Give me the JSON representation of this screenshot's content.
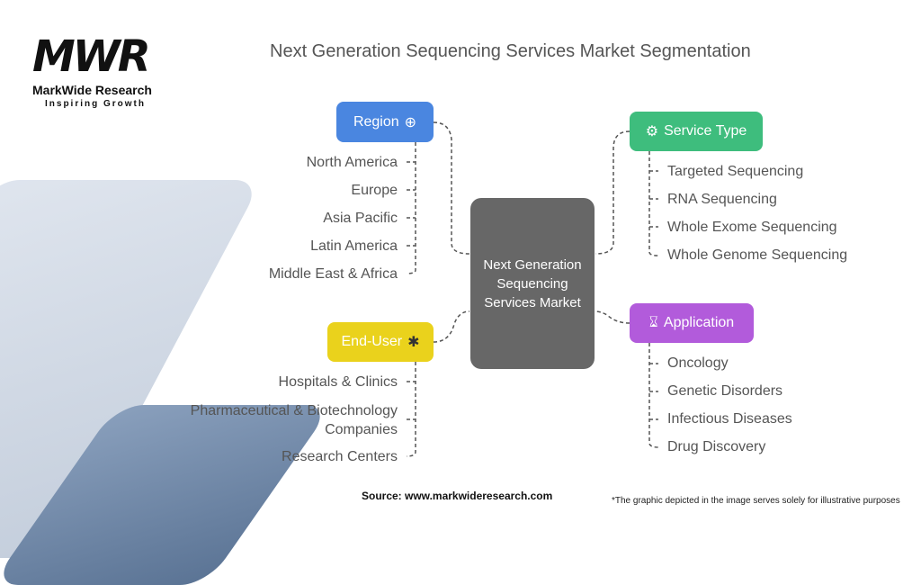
{
  "logo": {
    "brand": "MarkWide Research",
    "tagline": "Inspiring Growth",
    "mark": "MWR"
  },
  "title": "Next Generation Sequencing Services Market Segmentation",
  "center": "Next Generation Sequencing Services Market",
  "region": {
    "label": "Region",
    "icon": "globe-icon",
    "color": "#4a86e0",
    "items": [
      "North America",
      "Europe",
      "Asia Pacific",
      "Latin America",
      "Middle East & Africa"
    ]
  },
  "service": {
    "label": "Service Type",
    "icon": "hand-gear-icon",
    "color": "#3ebd7d",
    "items": [
      "Targeted Sequencing",
      "RNA Sequencing",
      "Whole Exome Sequencing",
      "Whole Genome Sequencing"
    ]
  },
  "enduser": {
    "label": "End-User",
    "icon": "network-icon",
    "color": "#ead21c",
    "items": [
      "Hospitals & Clinics",
      "Pharmaceutical & Biotechnology Companies",
      "Research Centers"
    ]
  },
  "application": {
    "label": "Application",
    "icon": "hand-hourglass-icon",
    "color": "#b25bdb",
    "items": [
      "Oncology",
      "Genetic Disorders",
      "Infectious Diseases",
      "Drug Discovery"
    ]
  },
  "source": "Source: www.markwideresearch.com",
  "note": "*The graphic depicted in the image serves solely for illustrative purposes"
}
